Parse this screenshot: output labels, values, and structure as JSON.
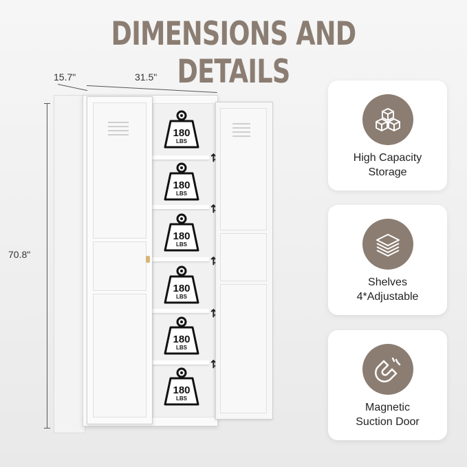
{
  "title": "DIMENSIONS AND DETAILS",
  "dimensions": {
    "depth": "15.7\"",
    "width": "31.5\"",
    "height": "70.8\""
  },
  "shelf_capacity": {
    "value": "180",
    "unit": "LBS"
  },
  "features": [
    {
      "line1": "High Capacity",
      "line2": "Storage",
      "icon": "boxes-icon"
    },
    {
      "line1": "Shelves",
      "line2": "4*Adjustable",
      "icon": "layers-icon"
    },
    {
      "line1": "Magnetic",
      "line2": "Suction Door",
      "icon": "magnet-icon"
    }
  ],
  "colors": {
    "accent": "#8b7d72",
    "background": "#f2f2f2"
  }
}
